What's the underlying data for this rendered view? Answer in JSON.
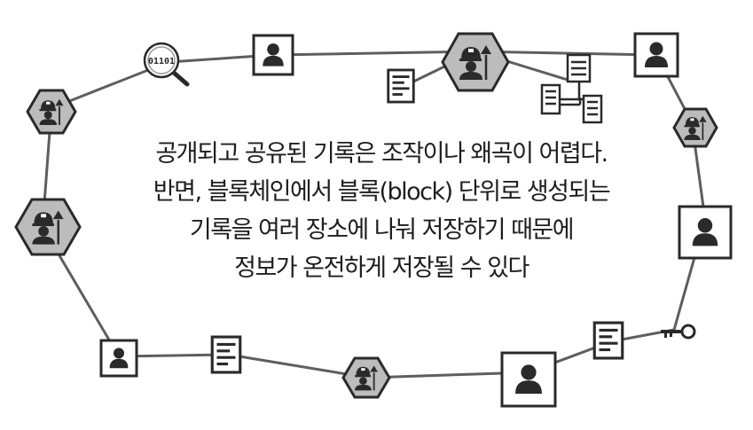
{
  "caption": {
    "line1": "공개되고 공유된 기록은 조작이나 왜곡이 어렵다.",
    "line2": "반면, 블록체인에서 블록(block) 단위로 생성되는",
    "line3": "기록을 여러 장소에 나눠 저장하기 때문에",
    "line4": "정보가 온전하게 저장될 수 있다"
  },
  "colors": {
    "stroke": "#2a2a2a",
    "line": "#5e5e5e",
    "fill": "#bcbcbc",
    "bg": "#ffffff"
  },
  "icons": [
    "person-icon",
    "miner-icon",
    "document-icon",
    "server-network-icon",
    "binary-search-icon",
    "key-icon"
  ]
}
